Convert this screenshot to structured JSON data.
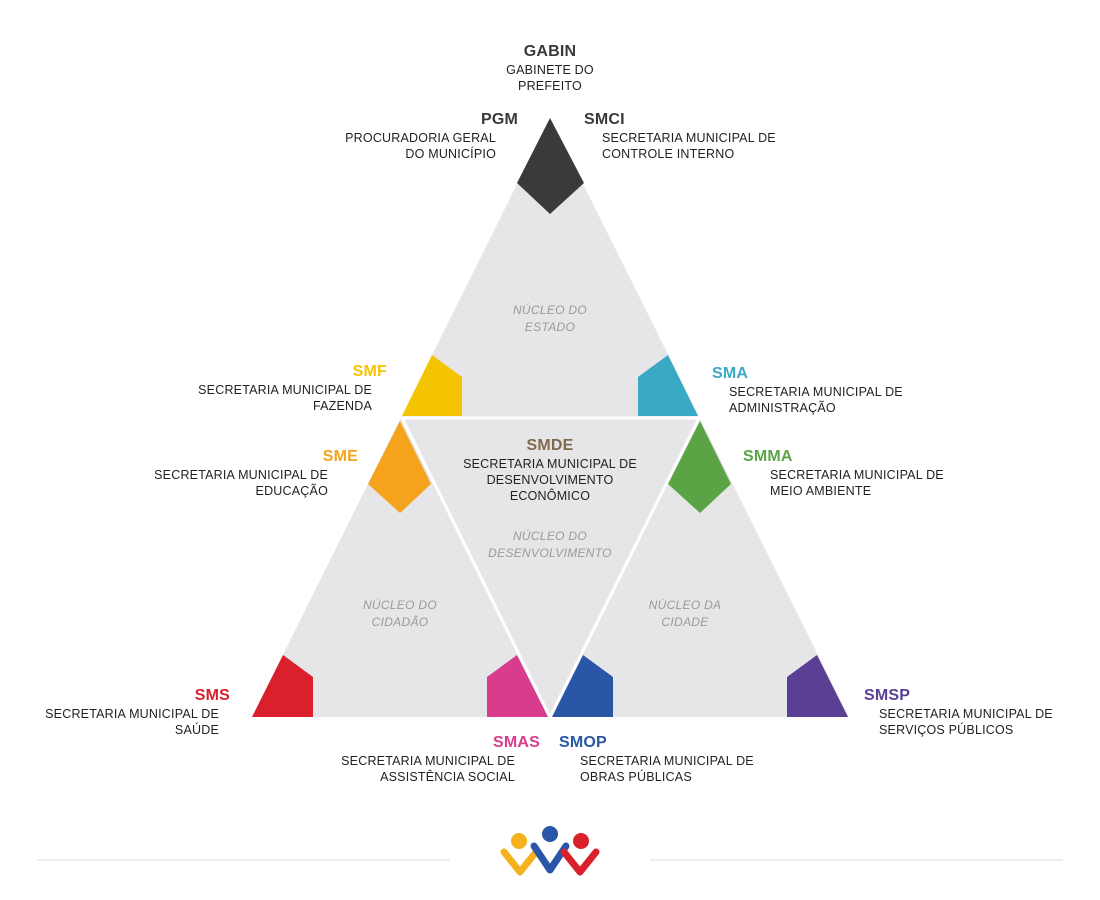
{
  "colors": {
    "triangle": "#e6e6e8",
    "divider": "#ffffff",
    "nucleus_text": "#9a9a9a",
    "footer_line": "#dddddd"
  },
  "nuclei": {
    "estado": "NÚCLEO DO\nESTADO",
    "desenvolvimento": "NÚCLEO DO\nDESENVOLVIMENTO",
    "cidadao": "NÚCLEO DO\nCIDADÃO",
    "cidade": "NÚCLEO DA\nCIDADE"
  },
  "departments": {
    "gabin": {
      "code": "GABIN",
      "name": "GABINETE DO\nPREFEITO",
      "color": "#3a3a3c"
    },
    "pgm": {
      "code": "PGM",
      "name": "PROCURADORIA GERAL\nDO MUNICÍPIO",
      "color": "#3a3a3c"
    },
    "smci": {
      "code": "SMCI",
      "name": "SECRETARIA MUNICIPAL DE\nCONTROLE INTERNO",
      "color": "#3a3a3c"
    },
    "smf": {
      "code": "SMF",
      "name": "SECRETARIA MUNICIPAL DE\nFAZENDA",
      "color": "#f5c400"
    },
    "sma": {
      "code": "SMA",
      "name": "SECRETARIA MUNICIPAL DE\nADMINISTRAÇÃO",
      "color": "#3aa9c4"
    },
    "sme": {
      "code": "SME",
      "name": "SECRETARIA MUNICIPAL DE\nEDUCAÇÃO",
      "color": "#f5a31c"
    },
    "smde": {
      "code": "SMDE",
      "name": "SECRETARIA MUNICIPAL DE\nDESENVOLVIMENTO\nECONÔMICO",
      "color": "#7f6a4e"
    },
    "smma": {
      "code": "SMMA",
      "name": "SECRETARIA MUNICIPAL DE\nMEIO AMBIENTE",
      "color": "#5aa445"
    },
    "sms": {
      "code": "SMS",
      "name": "SECRETARIA MUNICIPAL DE\nSAÚDE",
      "color": "#d9202c"
    },
    "smas": {
      "code": "SMAS",
      "name": "SECRETARIA MUNICIPAL DE\nASSISTÊNCIA SOCIAL",
      "color": "#d93c8c"
    },
    "smop": {
      "code": "SMOP",
      "name": "SECRETARIA MUNICIPAL DE\nOBRAS PÚBLICAS",
      "color": "#2a56a8"
    },
    "smsp": {
      "code": "SMSP",
      "name": "SECRETARIA MUNICIPAL DE\nSERVIÇOS PÚBLICOS",
      "color": "#5a3f94"
    }
  },
  "logo": {
    "colors": [
      "#f5b21c",
      "#2a56a8",
      "#d9202c"
    ]
  }
}
